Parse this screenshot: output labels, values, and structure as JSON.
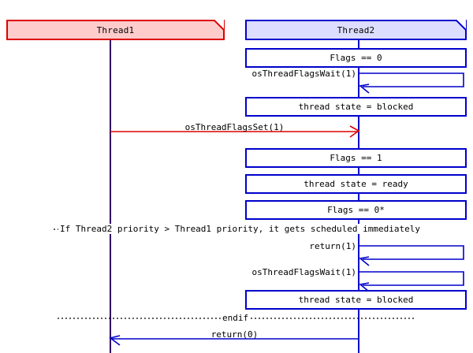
{
  "diagram": {
    "type": "uml-sequence-diagram",
    "title": "osThreadFlagsWait / osThreadFlagsSet sequence",
    "colors": {
      "thread1_border": "#DD0000",
      "thread1_fill": "#FFCCCC",
      "thread1_lifeline": "#330066",
      "thread2_border": "#0000CC",
      "thread2_fill": "#DDDDFF",
      "thread2_lifeline": "#0000CC",
      "note_border": "#0000CC",
      "note_fill": "#FFFFFF",
      "background": "#FFFFFF",
      "divider": "#000000"
    }
  },
  "participants": [
    {
      "id": "thread1",
      "label": "Thread1"
    },
    {
      "id": "thread2",
      "label": "Thread2"
    }
  ],
  "notes": [
    {
      "id": "note-flags-0",
      "label": "Flags == 0"
    },
    {
      "id": "note-blocked-1",
      "label": "thread state = blocked"
    },
    {
      "id": "note-flags-1",
      "label": "Flags == 1"
    },
    {
      "id": "note-ready",
      "label": "thread state = ready"
    },
    {
      "id": "note-flags-0-star",
      "label": "Flags == 0*"
    },
    {
      "id": "note-blocked-2",
      "label": "thread state = blocked"
    }
  ],
  "messages": [
    {
      "id": "msg-wait-1",
      "label": "osThreadFlagsWait(1)",
      "kind": "self",
      "actor": "thread2",
      "color": "#0000CC"
    },
    {
      "id": "msg-set-1",
      "label": "osThreadFlagsSet(1)",
      "kind": "call",
      "from": "thread1",
      "to": "thread2",
      "color": "#DD0000"
    },
    {
      "id": "msg-return-1",
      "label": "return(1)",
      "kind": "self",
      "actor": "thread2",
      "color": "#0000CC"
    },
    {
      "id": "msg-wait-2",
      "label": "osThreadFlagsWait(1)",
      "kind": "self",
      "actor": "thread2",
      "color": "#0000CC"
    },
    {
      "id": "msg-return-0",
      "label": "return(0)",
      "kind": "return",
      "from": "thread2",
      "to": "thread1",
      "color": "#0000CC"
    }
  ],
  "dividers": [
    {
      "id": "divider-if",
      "label": "If Thread2 priority > Thread1 priority, it gets scheduled immediately"
    },
    {
      "id": "divider-endif",
      "label": "endif"
    }
  ]
}
